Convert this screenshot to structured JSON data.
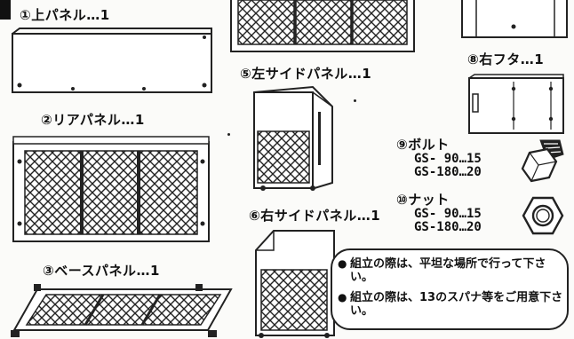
{
  "parts": {
    "top_panel": "①上パネル…1",
    "rear_panel": "②リアパネル…1",
    "base_panel": "③ベースパネル…1",
    "left_side_panel": "⑤左サイドパネル…1",
    "right_side_panel": "⑥右サイドパネル…1",
    "right_lid": "⑧右フタ…1"
  },
  "bolt": {
    "label": "⑨ボルト",
    "spec_90": "GS- 90…15",
    "spec_180": "GS-180…20"
  },
  "nut": {
    "label": "⑩ナット",
    "spec_90": "GS- 90…15",
    "spec_180": "GS-180…20"
  },
  "notes": [
    "組立の際は、平坦な場所で行って下さい。",
    "組立の際は、13のスパナ等をご用意下さい。"
  ],
  "note_bullet": "●"
}
